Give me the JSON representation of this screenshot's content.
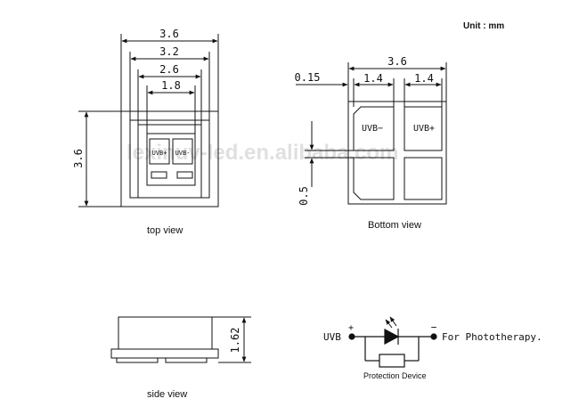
{
  "unit_label": "Unit : mm",
  "watermark": "lexinuv-led.en.alibaba.com",
  "top_view": {
    "caption": "top view",
    "dims": {
      "d1": "3.6",
      "d2": "3.2",
      "d3": "2.6",
      "d4": "1.8",
      "height": "3.6"
    },
    "pad_left": "UVB+",
    "pad_right": "UVB-"
  },
  "bottom_view": {
    "caption": "Bottom  view",
    "dims": {
      "width": "3.6",
      "pad_a": "1.4",
      "pad_b": "1.4",
      "offset": "0.15",
      "gap": "0.5"
    },
    "pad_left": "UVB−",
    "pad_right": "UVB+"
  },
  "side_view": {
    "caption": "side view",
    "dims": {
      "height": "1.62"
    }
  },
  "circuit": {
    "left_label": "UVB",
    "plus": "+",
    "minus": "−",
    "right_label": "For Phototherapy.",
    "protection_label": "Protection Device"
  }
}
